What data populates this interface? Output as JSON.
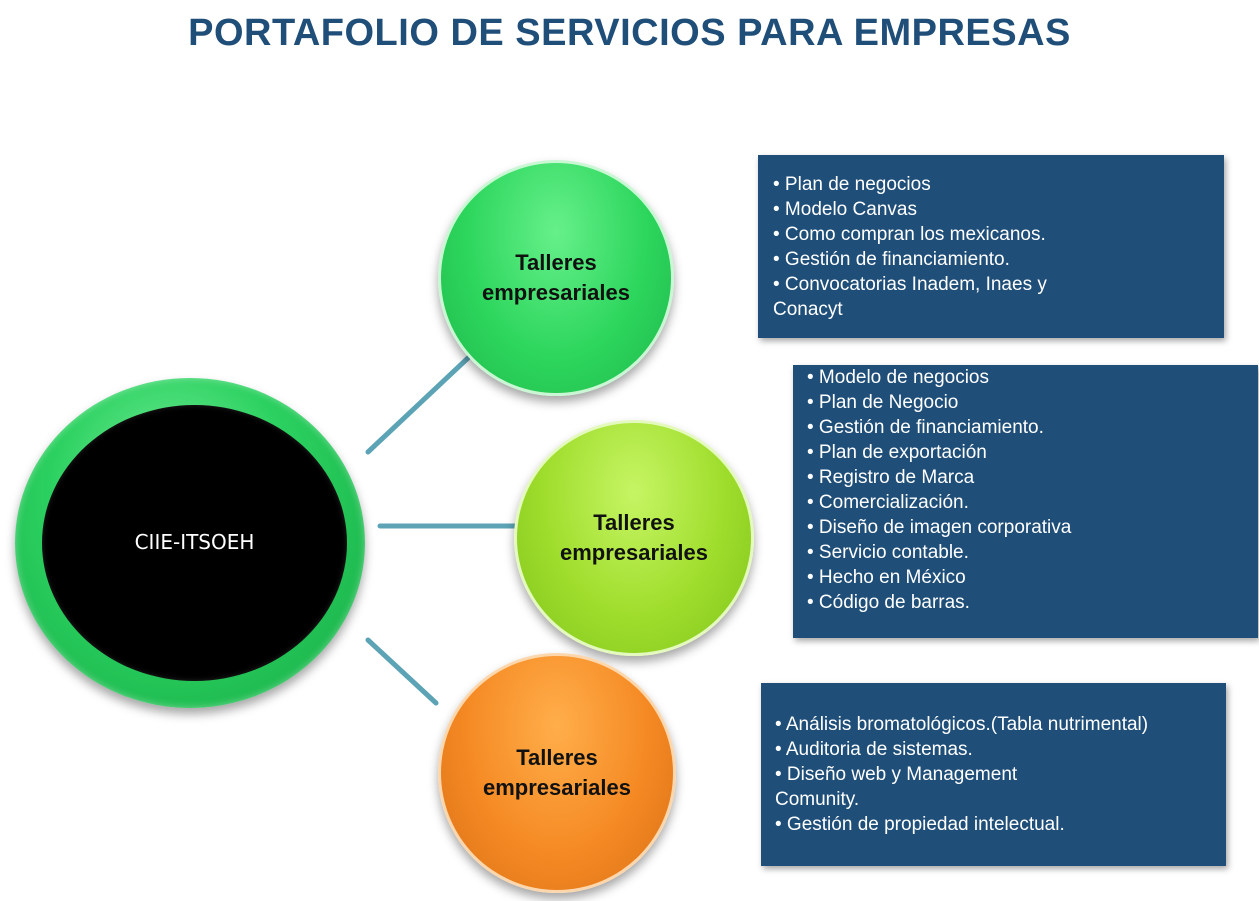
{
  "title": "PORTAFOLIO DE SERVICIOS PARA EMPRESAS",
  "center": {
    "label": "CIIE-ITSOEH"
  },
  "branches": [
    {
      "label": "Talleres empresariales",
      "color": "#2dd65d",
      "items": [
        "• Plan de negocios",
        "• Modelo Canvas",
        "• Como compran los mexicanos.",
        "• Gestión de financiamiento.",
        "• Convocatorias Inadem, Inaes y",
        "Conacyt"
      ]
    },
    {
      "label": "Talleres empresariales",
      "color": "#9fdd2c",
      "items": [
        "• Modelo de negocios",
        "• Plan de Negocio",
        "• Gestión de financiamiento.",
        "• Plan de exportación",
        "• Registro de Marca",
        "• Comercialización.",
        "• Diseño de imagen corporativa",
        "• Servicio contable.",
        "• Hecho en México",
        "• Código de barras."
      ]
    },
    {
      "label": "Talleres empresariales",
      "color": "#f58a24",
      "items": [
        "• Análisis bromatológicos.(Tabla nutrimental)",
        "• Auditoria de sistemas.",
        "• Diseño web y Management",
        "Comunity.",
        "• Gestión de propiedad intelectual."
      ]
    }
  ],
  "colors": {
    "title": "#1f4e79",
    "panel": "#1f4e79",
    "connector": "#5ba3b5",
    "center_ring": "#2bd160",
    "center_core": "#000000"
  }
}
